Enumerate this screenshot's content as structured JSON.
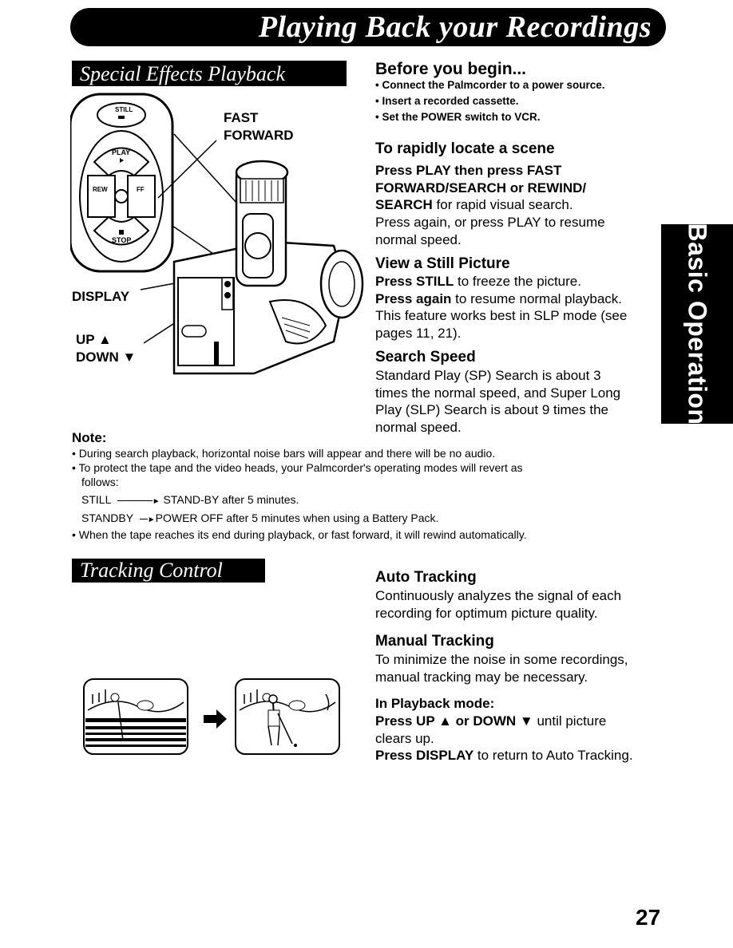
{
  "title": "Playing Back your Recordings",
  "side_tab": "Basic Operation",
  "special_effects": {
    "heading": "Special Effects Playback",
    "labels": {
      "fast": "FAST",
      "forward": "FORWARD",
      "display": "DISPLAY",
      "up": "UP ▲",
      "down": "DOWN ▼"
    },
    "buttons": {
      "still": "STILL",
      "play": "PLAY",
      "rew": "REW",
      "ff": "FF",
      "stop": "STOP"
    }
  },
  "before": {
    "heading": "Before you begin...",
    "items": [
      "• Connect the Palmcorder to a power source.",
      "• Insert a recorded cassette.",
      "• Set the POWER switch to VCR."
    ]
  },
  "locate": {
    "heading": "To rapidly locate a scene",
    "b1": "Press PLAY then press FAST",
    "b2": "FORWARD/SEARCH or REWIND/",
    "b3": "SEARCH",
    "t3": " for rapid visual search.",
    "l4": "Press again, or press PLAY to resume",
    "l5": "normal speed."
  },
  "still_picture": {
    "heading": "View a Still Picture",
    "b1": "Press STILL",
    "t1": " to freeze the picture.",
    "b2": "Press again",
    "t2": " to resume normal playback.",
    "l3": "This feature works best in SLP mode (see",
    "l4": "pages 11, 21)."
  },
  "search_speed": {
    "heading": "Search Speed",
    "lines": [
      "Standard Play (SP) Search is about 3",
      "times the normal speed, and Super Long",
      "Play (SLP) Search is about 9 times the",
      "normal speed."
    ]
  },
  "note": {
    "heading": "Note:",
    "line1": "• During search playback, horizontal noise bars will appear and there will be no audio.",
    "line2": "• To protect the tape and the video heads, your Palmcorder's operating modes will revert as",
    "line2b": "follows:",
    "still_from": "STILL",
    "still_to": "STAND-BY after 5 minutes.",
    "standby_from": "STANDBY",
    "standby_to": "POWER OFF after 5 minutes when using a Battery Pack.",
    "line3": "• When the tape reaches its end during playback, or fast forward, it will rewind automatically."
  },
  "tracking": {
    "heading": "Tracking Control",
    "auto_heading": "Auto Tracking",
    "auto_lines": [
      "Continuously analyzes the signal of each",
      "recording for optimum picture quality."
    ],
    "manual_heading": "Manual Tracking",
    "manual_lines": [
      "To minimize the noise in some recordings,",
      "manual tracking may be necessary."
    ],
    "mode_heading": "In Playback mode:",
    "m_b1": "Press UP ▲ or DOWN ▼",
    "m_t1": " until picture",
    "m_l2": "clears up.",
    "m_b3": "Press DISPLAY",
    "m_t3": " to return to Auto Tracking."
  },
  "page_number": "27"
}
